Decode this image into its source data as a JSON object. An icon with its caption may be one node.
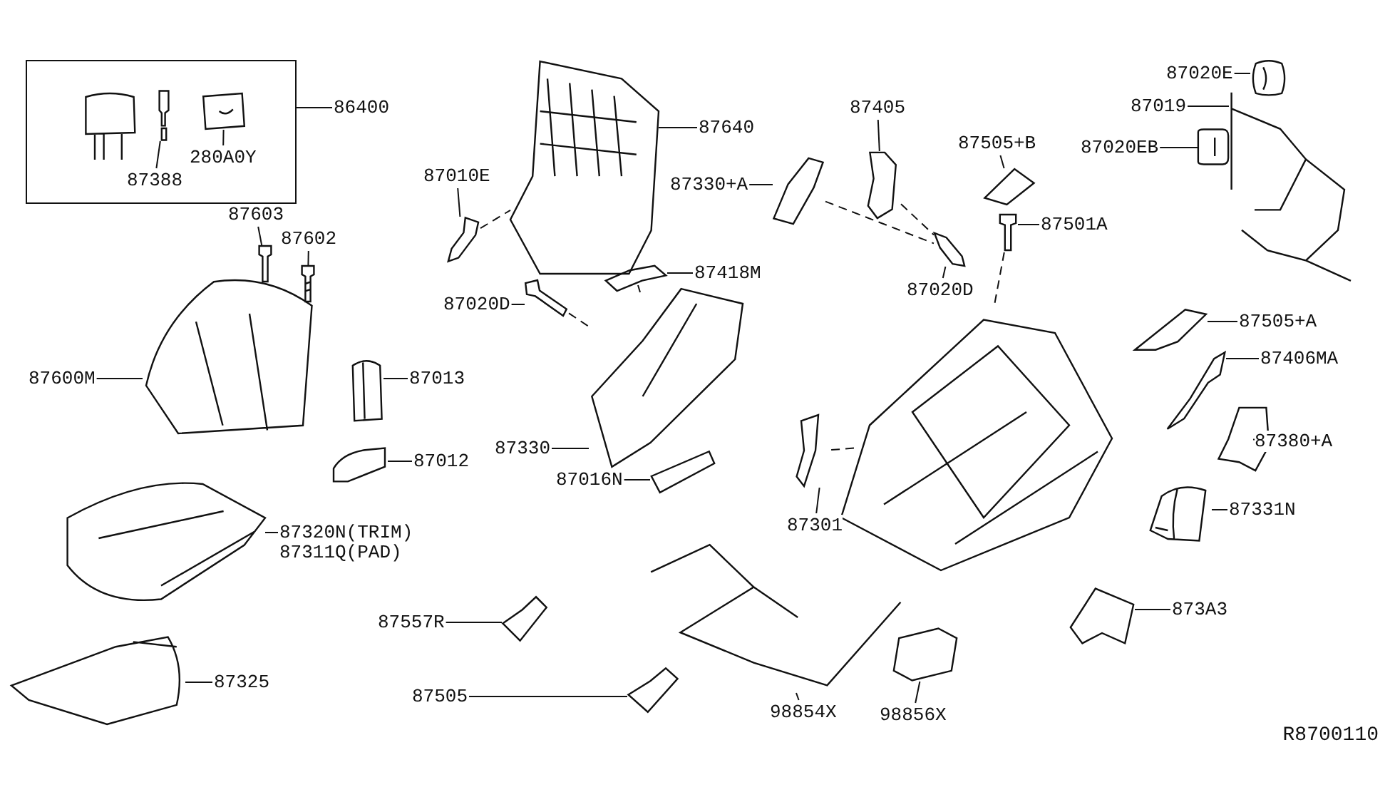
{
  "diagram": {
    "nodes": [
      {
        "text": [
          "86400"
        ]
      },
      {
        "text": [],
        "shape": "box"
      },
      {
        "text": [],
        "shape": "picture",
        "in": 1
      },
      {
        "text": [
          "87388"
        ],
        "in": 1
      },
      {
        "text": [],
        "shape": "picture",
        "in": 1
      },
      {
        "text": [
          "280A0Y"
        ],
        "in": 1
      },
      {
        "text": [],
        "shape": "picture",
        "in": 1
      },
      {
        "text": [
          "87603"
        ]
      },
      {
        "text": [],
        "shape": "picture"
      },
      {
        "text": [
          "87602"
        ]
      },
      {
        "text": [],
        "shape": "picture"
      },
      {
        "text": [
          "87600M"
        ]
      },
      {
        "text": [],
        "shape": "picture"
      },
      {
        "text": [
          "87013"
        ]
      },
      {
        "text": [],
        "shape": "picture"
      },
      {
        "text": [
          "87012"
        ]
      },
      {
        "text": [],
        "shape": "picture"
      },
      {
        "text": [
          "87320N(TRIM)"
        ]
      },
      {
        "text": [
          "87311Q(PAD)"
        ]
      },
      {
        "text": [],
        "shape": "picture"
      },
      {
        "text": [
          "87325"
        ]
      },
      {
        "text": [],
        "shape": "picture"
      },
      {
        "text": [
          "87010E"
        ]
      },
      {
        "text": [],
        "shape": "picture"
      },
      {
        "text": [
          "87640"
        ]
      },
      {
        "text": [],
        "shape": "picture"
      },
      {
        "text": [
          "87418M"
        ]
      },
      {
        "text": [],
        "shape": "picture"
      },
      {
        "text": [
          "87020D"
        ]
      },
      {
        "text": [],
        "shape": "picture"
      },
      {
        "text": [
          "87330"
        ]
      },
      {
        "text": [],
        "shape": "picture"
      },
      {
        "text": [
          "87016N"
        ]
      },
      {
        "text": [],
        "shape": "picture"
      },
      {
        "text": [
          "87330+A"
        ]
      },
      {
        "text": [],
        "shape": "picture"
      },
      {
        "text": [
          "87405"
        ]
      },
      {
        "text": [],
        "shape": "picture"
      },
      {
        "text": [
          "87020D"
        ]
      },
      {
        "text": [],
        "shape": "picture"
      },
      {
        "text": [
          "87505+B"
        ]
      },
      {
        "text": [],
        "shape": "picture"
      },
      {
        "text": [
          "87501A"
        ]
      },
      {
        "text": [],
        "shape": "picture"
      },
      {
        "text": [],
        "shape": "picture"
      },
      {
        "text": [
          "87301"
        ]
      },
      {
        "text": [],
        "shape": "picture"
      },
      {
        "text": [
          "98854X"
        ]
      },
      {
        "text": [],
        "shape": "picture"
      },
      {
        "text": [
          "98856X"
        ]
      },
      {
        "text": [],
        "shape": "picture"
      },
      {
        "text": [
          "87557R"
        ]
      },
      {
        "text": [],
        "shape": "picture"
      },
      {
        "text": [
          "87505"
        ]
      },
      {
        "text": [],
        "shape": "picture"
      },
      {
        "text": [
          "87020E"
        ]
      },
      {
        "text": [],
        "shape": "picture"
      },
      {
        "text": [
          "87019"
        ]
      },
      {
        "text": [],
        "shape": "picture"
      },
      {
        "text": [
          "87020EB"
        ]
      },
      {
        "text": [],
        "shape": "picture"
      },
      {
        "text": [
          "87505+A"
        ]
      },
      {
        "text": [],
        "shape": "picture"
      },
      {
        "text": [
          "87406MA"
        ]
      },
      {
        "text": [],
        "shape": "picture"
      },
      {
        "text": [
          "87380+A"
        ]
      },
      {
        "text": [],
        "shape": "picture"
      },
      {
        "text": [
          "87331N"
        ]
      },
      {
        "text": [],
        "shape": "picture"
      },
      {
        "text": [
          "873A3"
        ]
      },
      {
        "text": [],
        "shape": "picture"
      }
    ],
    "edges": [
      {
        "from": 0,
        "to": 1,
        "arrow": "none"
      },
      {
        "from": 3,
        "to": 4,
        "arrow": "none"
      },
      {
        "from": 5,
        "to": 6,
        "arrow": "none"
      },
      {
        "from": 7,
        "to": 8,
        "arrow": "none"
      },
      {
        "from": 9,
        "to": 10,
        "arrow": "none"
      },
      {
        "from": 11,
        "to": 12,
        "arrow": "none"
      },
      {
        "from": 13,
        "to": 14,
        "arrow": "none"
      },
      {
        "from": 15,
        "to": 16,
        "arrow": "none"
      },
      {
        "from": 17,
        "to": 19,
        "arrow": "none"
      },
      {
        "from": 20,
        "to": 21,
        "arrow": "none"
      },
      {
        "from": 22,
        "to": 23,
        "arrow": "none"
      },
      {
        "from": 24,
        "to": 25,
        "arrow": "none"
      },
      {
        "from": 26,
        "to": 27,
        "arrow": "none"
      },
      {
        "from": 28,
        "to": 29,
        "arrow": "none"
      },
      {
        "from": 30,
        "to": 31,
        "arrow": "none"
      },
      {
        "from": 32,
        "to": 33,
        "arrow": "none"
      },
      {
        "from": 34,
        "to": 35,
        "arrow": "none"
      },
      {
        "from": 36,
        "to": 37,
        "arrow": "none"
      },
      {
        "from": 38,
        "to": 39,
        "arrow": "none"
      },
      {
        "from": 40,
        "to": 41,
        "arrow": "none"
      },
      {
        "from": 42,
        "to": 43,
        "arrow": "none"
      },
      {
        "from": 45,
        "to": 46,
        "arrow": "none"
      },
      {
        "from": 47,
        "to": 48,
        "arrow": "none"
      },
      {
        "from": 49,
        "to": 50,
        "arrow": "none"
      },
      {
        "from": 51,
        "to": 52,
        "arrow": "none"
      },
      {
        "from": 53,
        "to": 54,
        "arrow": "none"
      },
      {
        "from": 55,
        "to": 56,
        "arrow": "none"
      },
      {
        "from": 57,
        "to": 58,
        "arrow": "none"
      },
      {
        "from": 59,
        "to": 60,
        "arrow": "none"
      },
      {
        "from": 61,
        "to": 62,
        "arrow": "none"
      },
      {
        "from": 63,
        "to": 64,
        "arrow": "none"
      },
      {
        "from": 65,
        "to": 66,
        "arrow": "none"
      },
      {
        "from": 67,
        "to": 68,
        "arrow": "none"
      },
      {
        "from": 69,
        "to": 70,
        "arrow": "none"
      },
      {
        "from": 23,
        "to": 25,
        "arrow": "none",
        "style": "dashed"
      },
      {
        "from": 29,
        "to": 31,
        "arrow": "none",
        "style": "dashed"
      },
      {
        "from": 27,
        "to": 31,
        "arrow": "none",
        "style": "dashed"
      },
      {
        "from": 35,
        "to": 39,
        "arrow": "none",
        "style": "dashed"
      },
      {
        "from": 37,
        "to": 39,
        "arrow": "none",
        "style": "dashed"
      },
      {
        "from": 43,
        "to": 44,
        "arrow": "none",
        "style": "dashed"
      },
      {
        "from": 46,
        "to": 44,
        "arrow": "none",
        "style": "dashed"
      }
    ],
    "labels": [
      "R8700110"
    ]
  }
}
